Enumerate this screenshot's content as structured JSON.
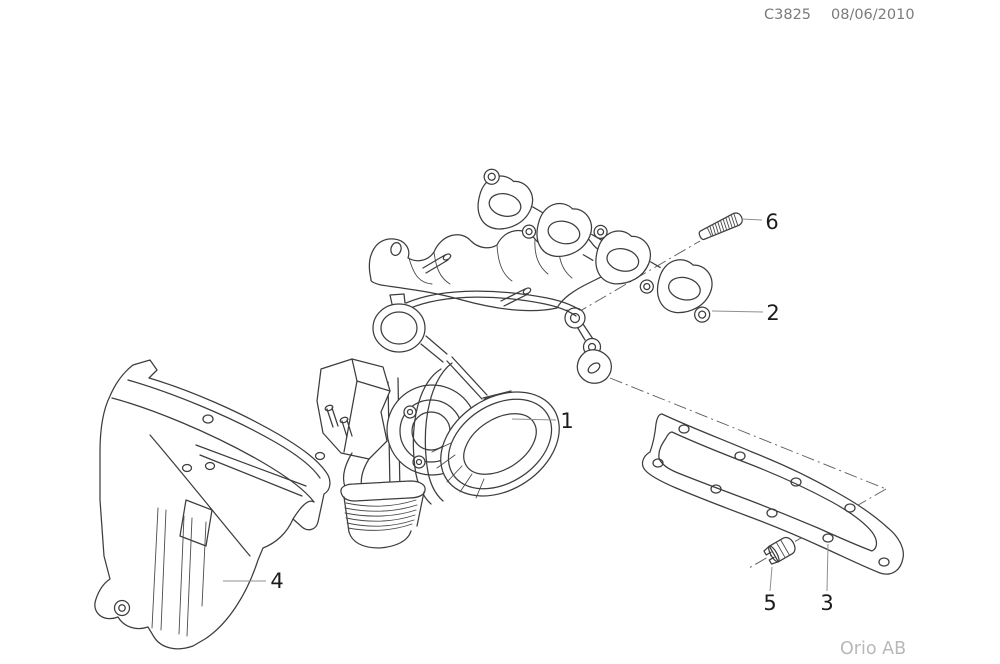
{
  "header": {
    "code": "C3825",
    "date": "08/06/2010"
  },
  "watermark": {
    "text": "Orio AB"
  },
  "colors": {
    "background": "#ffffff",
    "line": "#3d3d3d",
    "label": "#1c1c1c",
    "header_text": "#7b7b7b",
    "watermark_text": "#b8b8b8",
    "leader": "#8f8f8f"
  },
  "diagram": {
    "type": "exploded-parts-illustration",
    "callouts": [
      {
        "number": "1"
      },
      {
        "number": "2"
      },
      {
        "number": "3"
      },
      {
        "number": "4"
      },
      {
        "number": "5"
      },
      {
        "number": "6"
      }
    ]
  }
}
